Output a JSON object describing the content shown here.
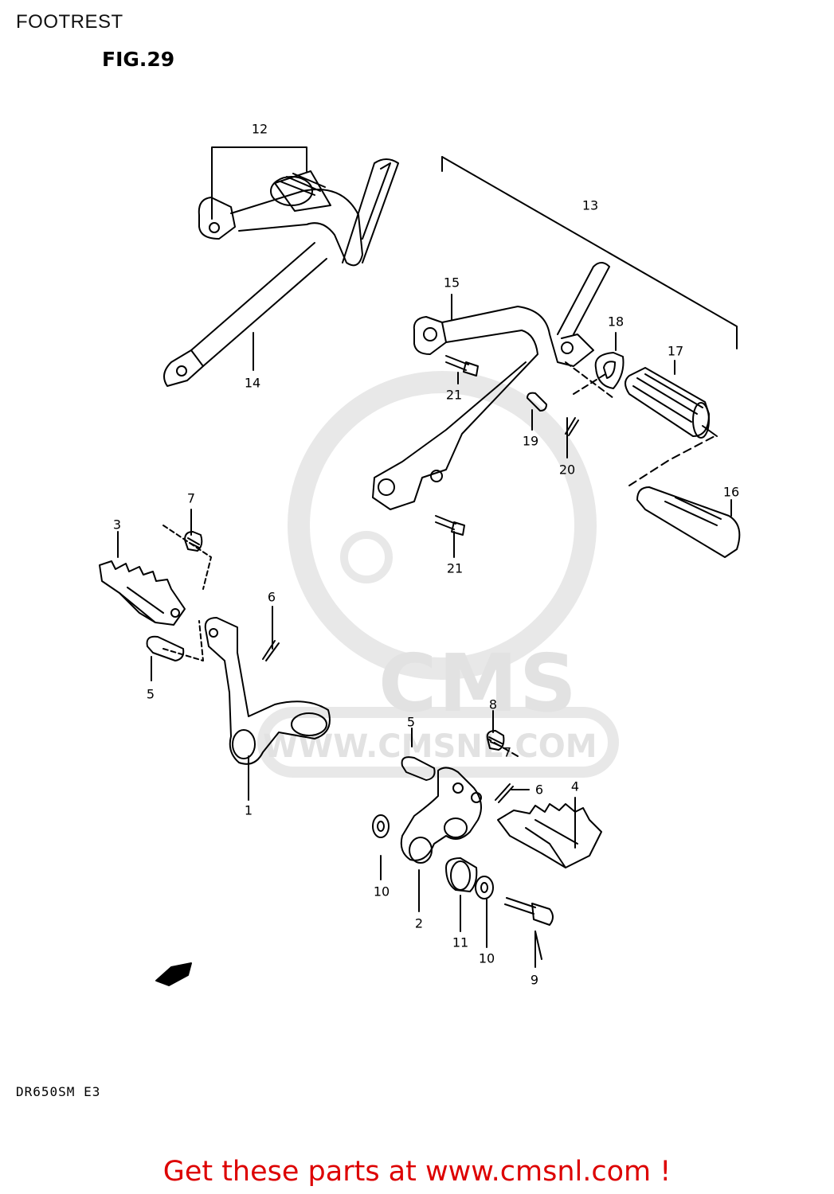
{
  "header": {
    "title": "FOOTREST",
    "figure": "FIG.29"
  },
  "model_code": "DR650SM E3",
  "watermark": {
    "brand": "CMS",
    "url": "WWW.CMSNL.COM"
  },
  "footer": {
    "link_text": "Get these parts at www.cmsnl.com !"
  },
  "callouts": {
    "c1": "1",
    "c2": "2",
    "c3": "3",
    "c4": "4",
    "c5a": "5",
    "c5b": "5",
    "c6a": "6",
    "c6b": "6",
    "c7a": "7",
    "c7b": "7",
    "c8": "8",
    "c9": "9",
    "c10a": "10",
    "c10b": "10",
    "c11": "11",
    "c12": "12",
    "c13": "13",
    "c14": "14",
    "c15": "15",
    "c16": "16",
    "c17": "17",
    "c18": "18",
    "c19": "19",
    "c20": "20",
    "c21a": "21",
    "c21b": "21"
  },
  "colors": {
    "line": "#000000",
    "watermark": "#e2e2e2",
    "footer": "#dd0000"
  },
  "icons": {
    "fwd_arrow": "fwd-arrow-icon"
  }
}
